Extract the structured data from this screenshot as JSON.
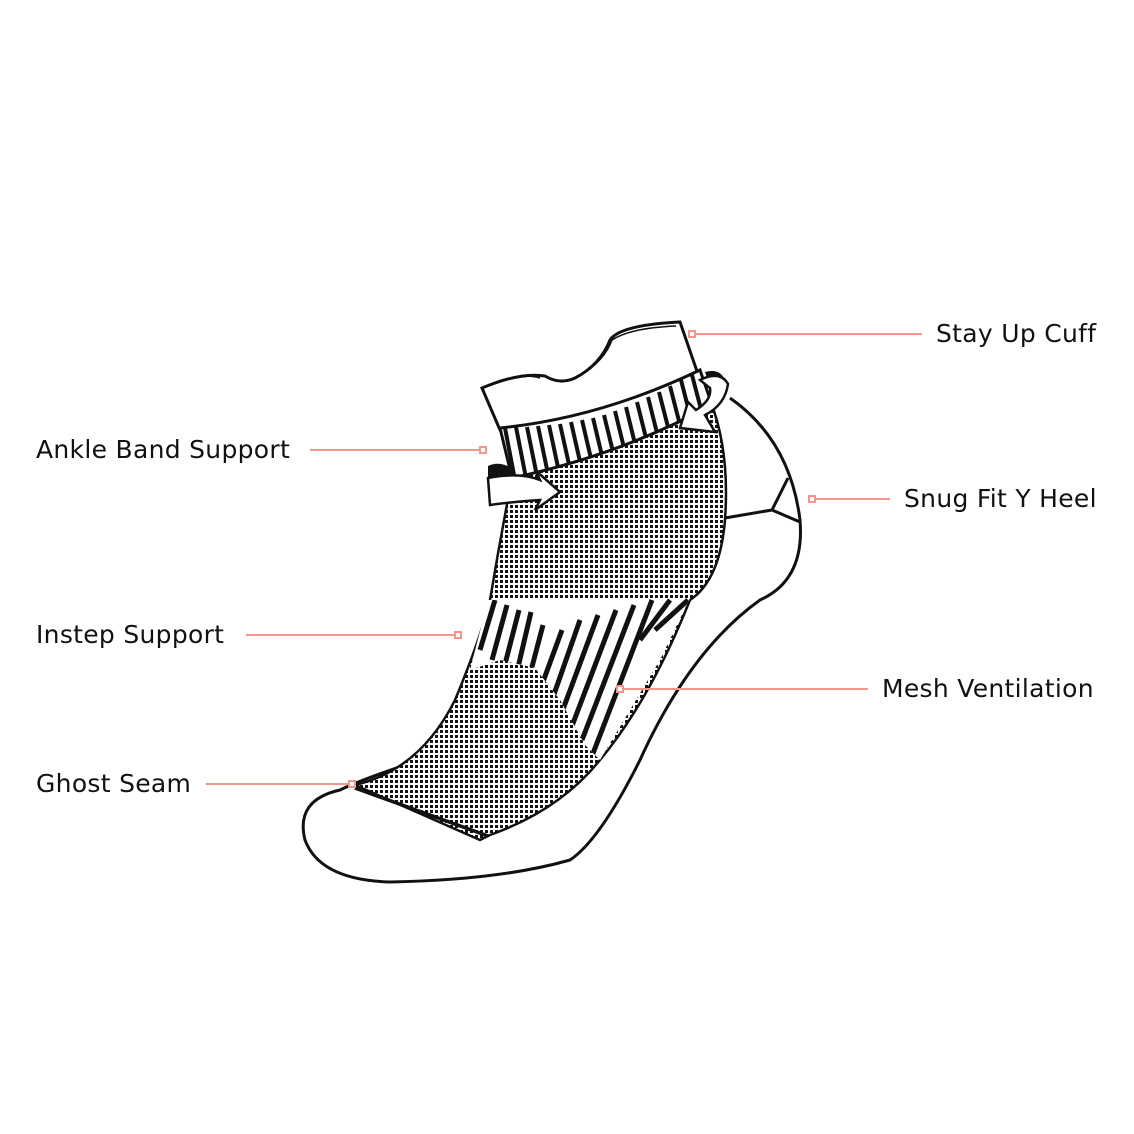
{
  "diagram": {
    "subject": "low-cut athletic sock",
    "accent_color": "#f2978a",
    "line_color": "#111111",
    "callouts": [
      {
        "id": "stay-up-cuff",
        "label": "Stay Up Cuff",
        "side": "right"
      },
      {
        "id": "ankle-band-support",
        "label": "Ankle Band Support",
        "side": "left"
      },
      {
        "id": "snug-fit-y-heel",
        "label": "Snug Fit Y Heel",
        "side": "right"
      },
      {
        "id": "instep-support",
        "label": "Instep Support",
        "side": "left"
      },
      {
        "id": "mesh-ventilation",
        "label": "Mesh Ventilation",
        "side": "right"
      },
      {
        "id": "ghost-seam",
        "label": "Ghost Seam",
        "side": "left"
      }
    ]
  }
}
